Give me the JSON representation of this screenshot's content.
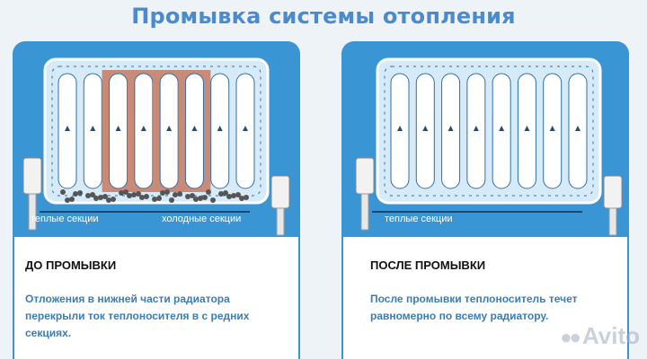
{
  "title": "Промывка системы отопления",
  "before": {
    "label_warm": "теплые секции",
    "label_cold": "холодные секции",
    "heading": "ДО ПРОМЫВКИ",
    "description": "Отложения в нижней части радиатора перекрыли ток теплоносителя в с редних секциях."
  },
  "after": {
    "label_warm": "теплые секции",
    "heading": "ПОСЛЕ ПРОМЫВКИ",
    "description": "После промывки теплоноситель течет равномерно по всему радиатору."
  },
  "watermark": "Avito",
  "colors": {
    "title": "#4a8bd0",
    "panel": "#3a95d4",
    "radiator_fill": "#d6ebf7",
    "cold_section": "#c98a78",
    "description_text": "#3a7db8"
  }
}
